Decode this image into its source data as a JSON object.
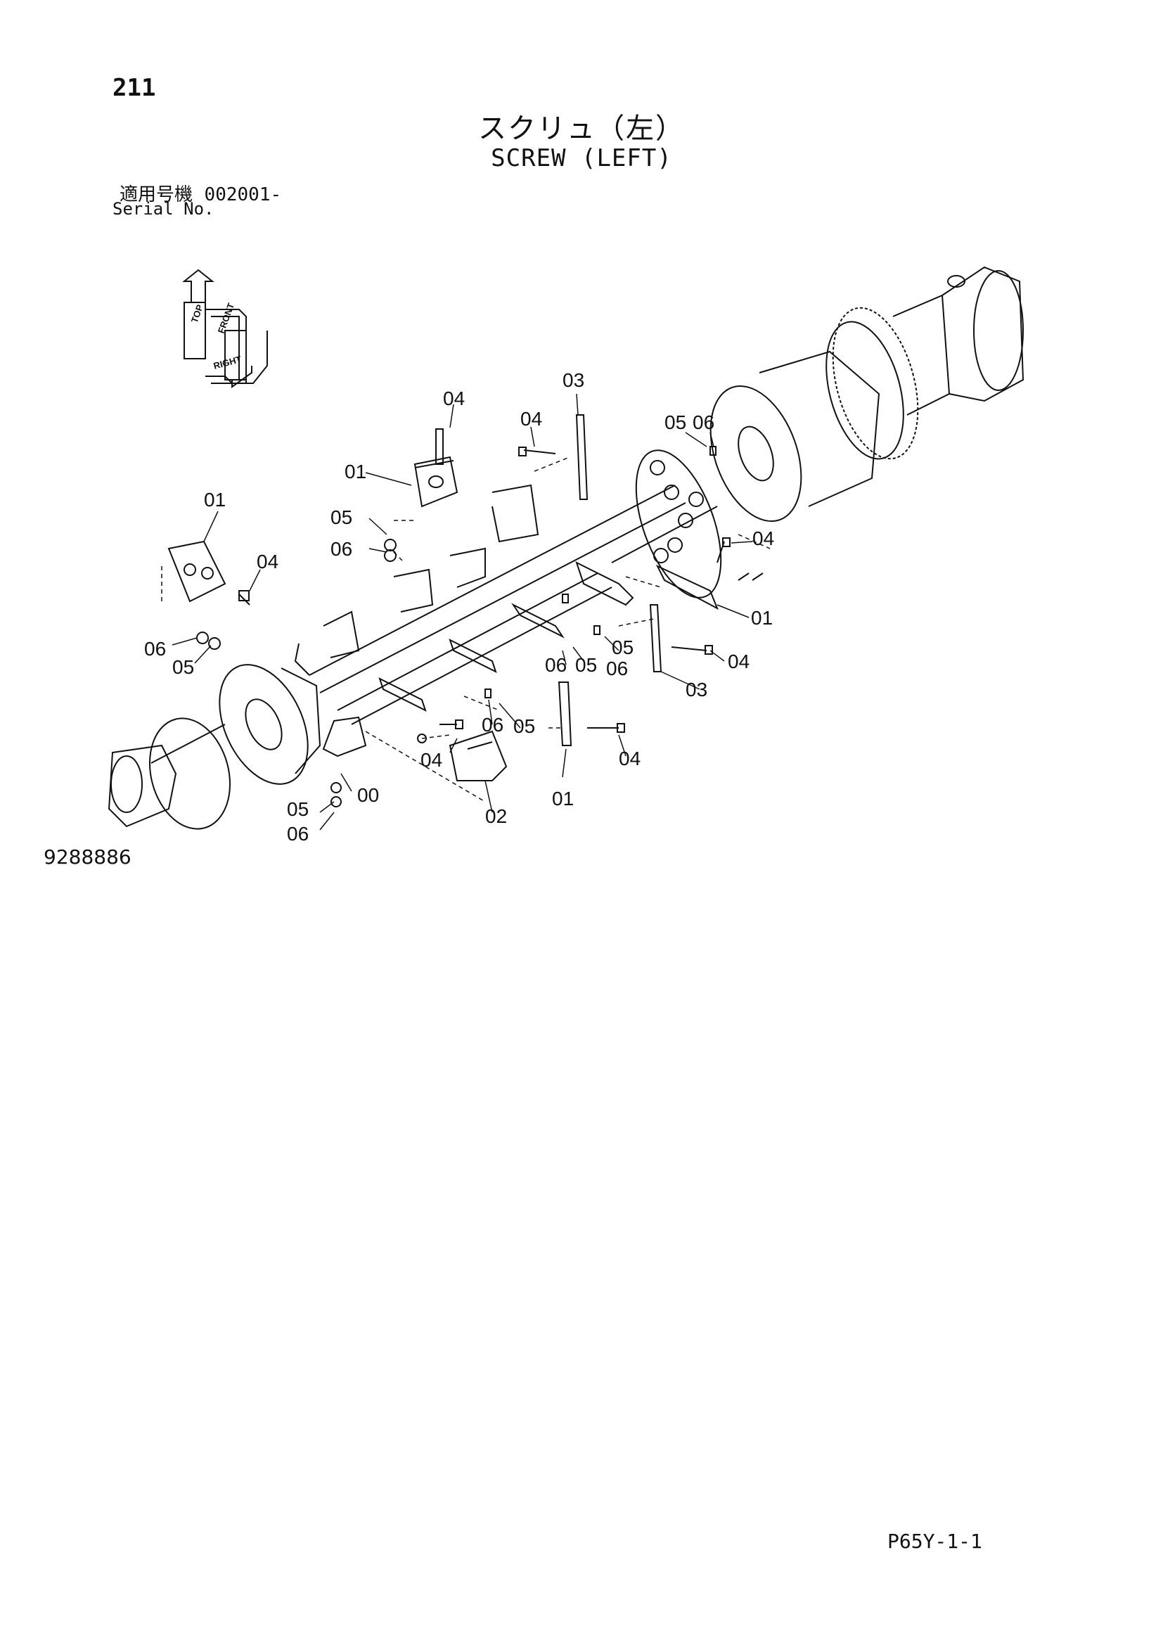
{
  "header": {
    "page_number": "211",
    "title_jp": "スクリュ（左）",
    "title_en": "SCREW (LEFT)",
    "serial_label_jp": "適用号機",
    "serial_value": "002001-",
    "serial_label_en": "Serial No."
  },
  "orientation": {
    "top": "TOP",
    "front": "FRONT",
    "right": "RIGHT"
  },
  "callouts": {
    "c1": "04",
    "c2": "03",
    "c3": "04",
    "c4": "05",
    "c5": "06",
    "c6": "01",
    "c7": "05",
    "c8": "06",
    "c9": "01",
    "c10": "04",
    "c11": "04",
    "c12": "01",
    "c13": "06",
    "c14": "05",
    "c15": "05",
    "c16": "06",
    "c17": "05",
    "c18": "06",
    "c19": "04",
    "c20": "03",
    "c21": "06",
    "c22": "05",
    "c23": "04",
    "c24": "04",
    "c25": "00",
    "c26": "02",
    "c27": "01",
    "c28": "05",
    "c29": "06"
  },
  "footer": {
    "figure_id": "9288886",
    "page_code": "P65Y-1-1"
  }
}
